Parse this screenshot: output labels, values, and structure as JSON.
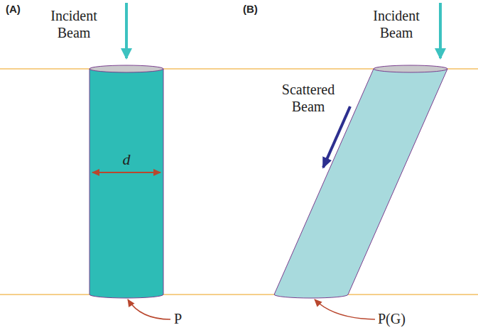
{
  "diagram": {
    "labels": [
      "(A)",
      "Incident Beam",
      "d",
      "P",
      "(B)",
      "Incident Beam",
      "Scattered Beam",
      "P(G)"
    ]
  }
}
